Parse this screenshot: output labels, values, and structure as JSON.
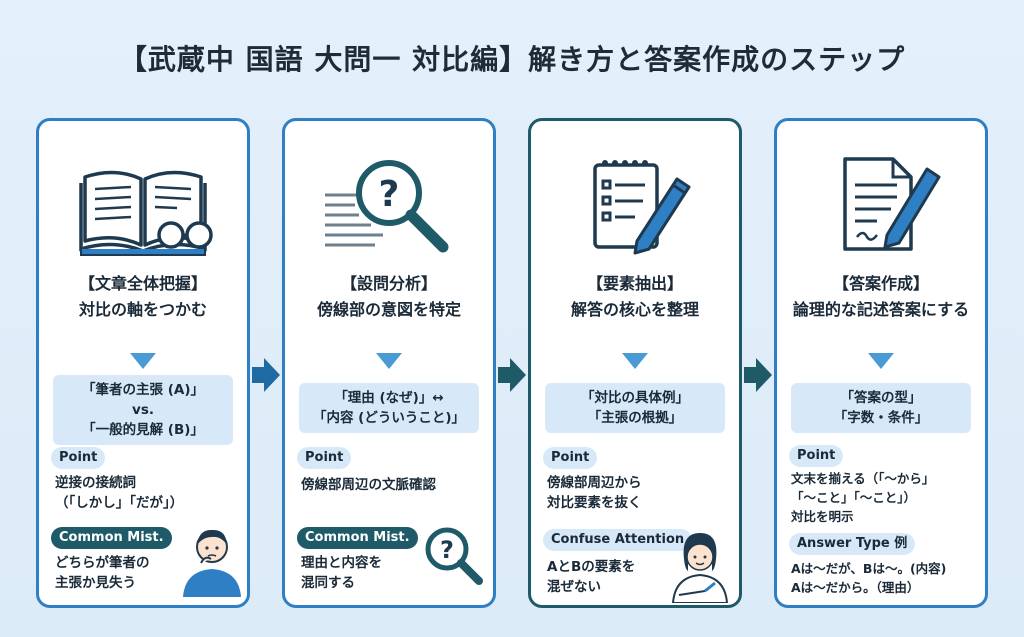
{
  "title": "【武蔵中 国語 大問一 対比編】解き方と答案作成のステップ",
  "colors": {
    "accent": "#2e7fc4",
    "dark": "#1f5a68",
    "soft": "#d7e9f8",
    "arrow_light": "#4a9ad6"
  },
  "steps": [
    {
      "icon": "open-book-glasses-icon",
      "heading_line1": "【文章全体把握】",
      "heading_line2": "対比の軸をつかむ",
      "key_lines": [
        "「筆者の主張 (A)」",
        "vs.",
        "「一般的見解 (B)」"
      ],
      "point_label": "Point",
      "point_lines": [
        "逆接の接続詞",
        "（「しかし」「だが」）"
      ],
      "mistake_label": "Common Mist.",
      "mistake_lines": [
        "どちらが筆者の",
        "主張か見失う"
      ]
    },
    {
      "icon": "magnifier-question-icon",
      "heading_line1": "【設問分析】",
      "heading_line2": "傍線部の意図を特定",
      "key_lines": [
        "「理由 (なぜ)」↔",
        "「内容 (どういうこと)」"
      ],
      "point_label": "Point",
      "point_lines": [
        "傍線部周辺の文脈確認"
      ],
      "mistake_label": "Common Mist.",
      "mistake_lines": [
        "理由と内容を",
        "混同する"
      ]
    },
    {
      "icon": "notepad-pencil-icon",
      "heading_line1": "【要素抽出】",
      "heading_line2": "解答の核心を整理",
      "key_lines": [
        "「対比の具体例」",
        "「主張の根拠」"
      ],
      "point_label": "Point",
      "point_lines": [
        "傍線部周辺から",
        "対比要素を抜く"
      ],
      "mistake_label": "Confuse Attention",
      "mistake_lines": [
        "AとBの要素を",
        "混ぜない"
      ]
    },
    {
      "icon": "document-pen-icon",
      "heading_line1": "【答案作成】",
      "heading_line2": "論理的な記述答案にする",
      "key_lines": [
        "「答案の型」",
        "「字数・条件」"
      ],
      "point_label": "Point",
      "point_lines": [
        "文末を揃える（「〜から」",
        "「〜こと」「〜こと」）",
        "対比を明示"
      ],
      "mistake_label": "Answer Type 例",
      "mistake_lines": [
        "Aは〜だが、Bは〜。(内容)",
        "Aは〜だから。（理由）"
      ]
    }
  ]
}
